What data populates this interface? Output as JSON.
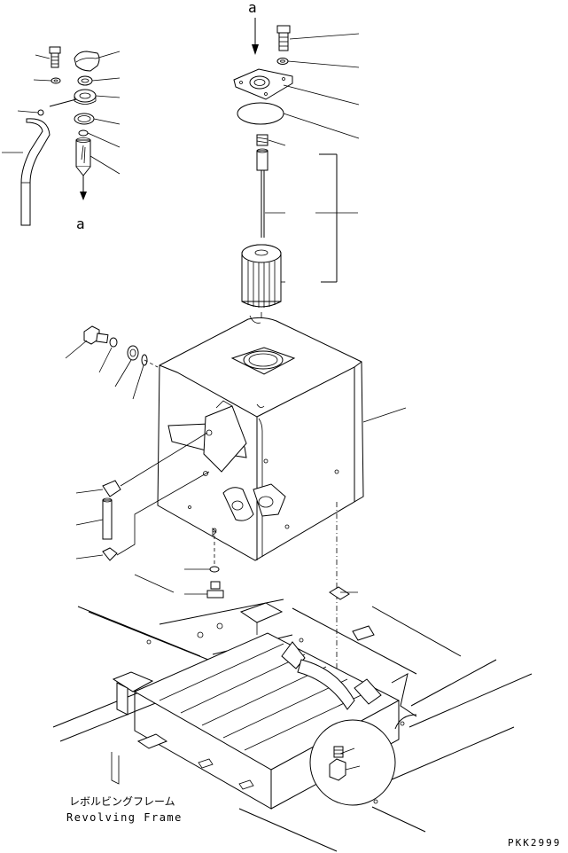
{
  "labels": {
    "ref_top": "a",
    "ref_left": "a",
    "frame_jp": "レボルビングフレーム",
    "frame_en": "Revolving Frame",
    "drawing_code": "PKK2999"
  }
}
